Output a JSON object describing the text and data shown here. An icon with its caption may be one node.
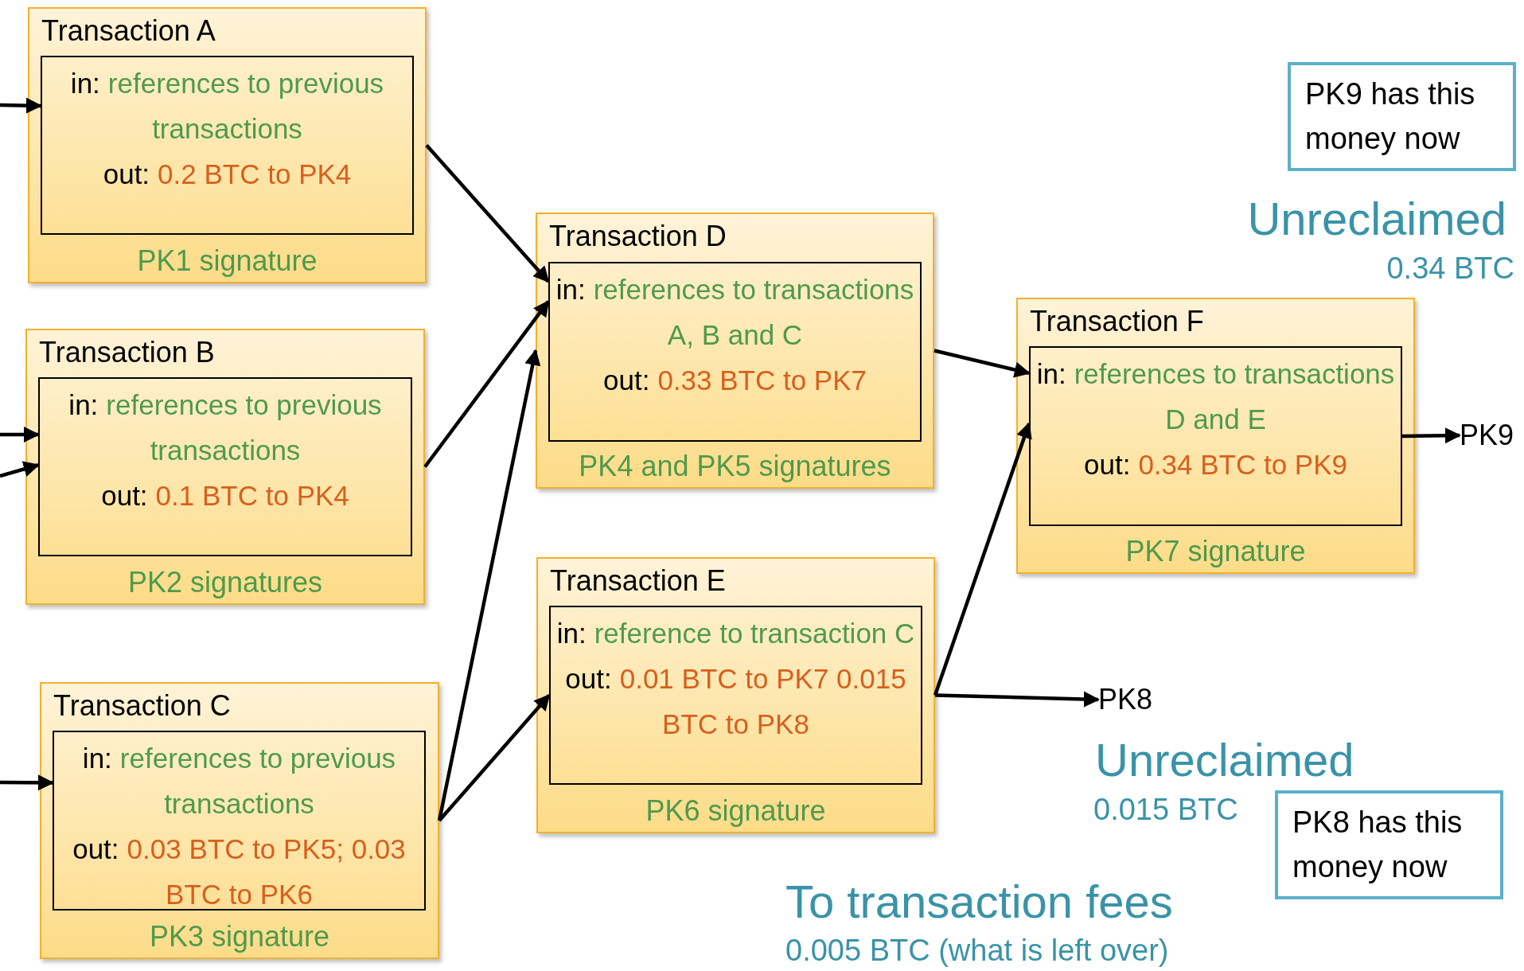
{
  "diagram": {
    "nodes": [
      {
        "text": [
          "Transaction A",
          "PK1 signature"
        ]
      },
      {
        "text": [
          "in:",
          "references to previous transactions",
          "out:",
          "0.2 BTC to PK4"
        ],
        "in": 0
      },
      {
        "text": [
          "Transaction B",
          "PK2 signatures"
        ]
      },
      {
        "text": [
          "in:",
          "references to previous transactions",
          "out:",
          "0.1 BTC  to PK4"
        ],
        "in": 2
      },
      {
        "text": [
          "Transaction C",
          "PK3 signature"
        ]
      },
      {
        "text": [
          "in:",
          "references to previous transactions",
          "out:",
          "0.03 BTC to PK5; 0.03 BTC to PK6"
        ],
        "in": 4
      },
      {
        "text": [
          "Transaction D",
          "PK4 and PK5 signatures"
        ]
      },
      {
        "text": [
          "in:",
          "references to transactions A, B and C",
          "out:",
          "0.33 BTC to PK7"
        ],
        "in": 6
      },
      {
        "text": [
          "Transaction E",
          "PK6 signature"
        ]
      },
      {
        "text": [
          "in:",
          "reference to transaction C",
          "out:",
          "0.01 BTC to PK7 0.015 BTC to PK8"
        ],
        "in": 8
      },
      {
        "text": [
          "Transaction F",
          "PK7 signature"
        ]
      },
      {
        "text": [
          "in:",
          "references to transactions D and E",
          "out:",
          "0.34 BTC to PK9"
        ],
        "in": 10
      },
      {
        "text": [
          "PK9 has this money now"
        ]
      },
      {
        "text": [
          "PK9"
        ]
      },
      {
        "text": [
          "PK8"
        ]
      },
      {
        "text": [
          "PK8 has this money now"
        ]
      }
    ],
    "edges": [
      {
        "from": null,
        "to": 1,
        "arrow": "to"
      },
      {
        "from": null,
        "to": 3,
        "arrow": "to"
      },
      {
        "from": null,
        "to": 3,
        "arrow": "to"
      },
      {
        "from": null,
        "to": 5,
        "arrow": "to"
      },
      {
        "from": 0,
        "to": 7,
        "arrow": "to"
      },
      {
        "from": 2,
        "to": 7,
        "arrow": "to"
      },
      {
        "from": 4,
        "to": 6,
        "arrow": "to"
      },
      {
        "from": 4,
        "to": 9,
        "arrow": "to"
      },
      {
        "from": 6,
        "to": 11,
        "arrow": "to"
      },
      {
        "from": 8,
        "to": 11,
        "arrow": "to"
      },
      {
        "from": 11,
        "to": 13,
        "arrow": "to"
      },
      {
        "from": 8,
        "to": 14,
        "arrow": "to"
      }
    ],
    "labels": [
      "Unreclaimed",
      "0.34 BTC",
      "Unreclaimed",
      "0.015 BTC",
      "To transaction fees",
      "0.005 BTC (what is left over)"
    ]
  }
}
